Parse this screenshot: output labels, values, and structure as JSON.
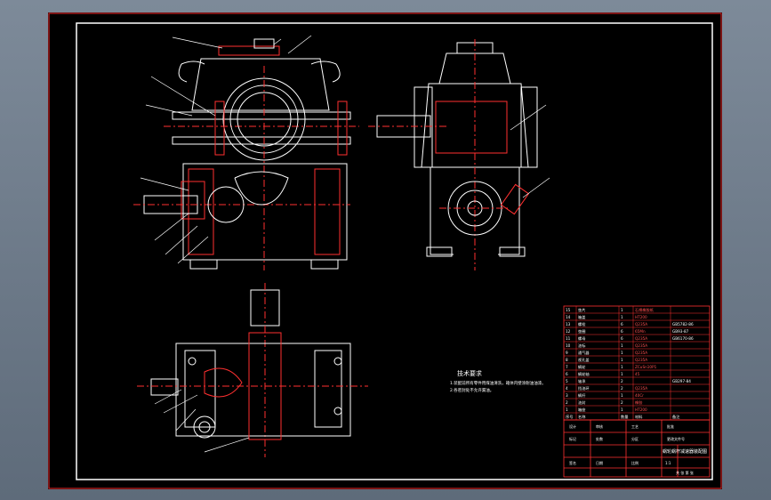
{
  "drawing": {
    "tech_title": "技术要求",
    "tech_notes": [
      "1.装配前所有零件用煤油清洗，箱体内壁涂耐油油漆。",
      "2.各密封处不允许漏油。"
    ]
  },
  "bom": {
    "rows": [
      [
        "15",
        "垫片",
        "1",
        "石棉橡胶纸",
        ""
      ],
      [
        "14",
        "箱盖",
        "1",
        "HT200",
        ""
      ],
      [
        "13",
        "螺栓",
        "6",
        "Q235A",
        "GB5782-86"
      ],
      [
        "12",
        "垫圈",
        "6",
        "65Mn",
        "GB93-87"
      ],
      [
        "11",
        "螺母",
        "6",
        "Q235A",
        "GB6170-86"
      ],
      [
        "10",
        "油标",
        "1",
        "Q235A",
        ""
      ],
      [
        "9",
        "通气器",
        "1",
        "Q235A",
        ""
      ],
      [
        "8",
        "视孔盖",
        "1",
        "Q235A",
        ""
      ],
      [
        "7",
        "蜗轮",
        "1",
        "ZCuSn10P1",
        ""
      ],
      [
        "6",
        "蜗轮轴",
        "1",
        "45",
        ""
      ],
      [
        "5",
        "轴承",
        "2",
        "",
        "GB297-84"
      ],
      [
        "4",
        "挡油环",
        "2",
        "Q235A",
        ""
      ],
      [
        "3",
        "蜗杆",
        "1",
        "40Cr",
        ""
      ],
      [
        "2",
        "油封",
        "2",
        "橡胶",
        ""
      ],
      [
        "1",
        "箱座",
        "1",
        "HT200",
        ""
      ]
    ],
    "header": [
      "序号",
      "名称",
      "数量",
      "材料",
      "备注"
    ]
  },
  "title_block": {
    "drawing_name": "蜗轮蜗杆减速器装配图",
    "labels": [
      "标记",
      "处数",
      "分区",
      "更改文件号",
      "签名",
      "日期"
    ],
    "role_labels": [
      "设计",
      "审核",
      "工艺",
      "批准"
    ],
    "scale_label": "比例",
    "scale": "1:1",
    "sheet_label": "共 张 第 张"
  },
  "colors": {
    "background": "#000000",
    "line": "#ffffff",
    "accent": "#ff2020",
    "frame_outer": "#cc2222"
  }
}
